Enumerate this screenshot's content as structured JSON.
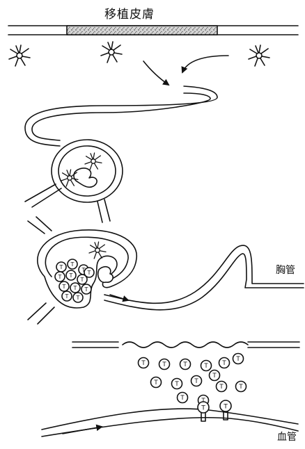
{
  "labels": {
    "graft_skin": "移植皮膚",
    "thoracic_duct": "胸管",
    "blood_vessel": "血管"
  },
  "cells": {
    "t_cell_letter": "T"
  },
  "colors": {
    "ink": "#111111",
    "graft_fill": "#b8b8b8",
    "background": "#ffffff"
  },
  "icons": {
    "dendritic_cell": "dendritic-cell-icon",
    "t_cell": "t-cell-icon"
  }
}
